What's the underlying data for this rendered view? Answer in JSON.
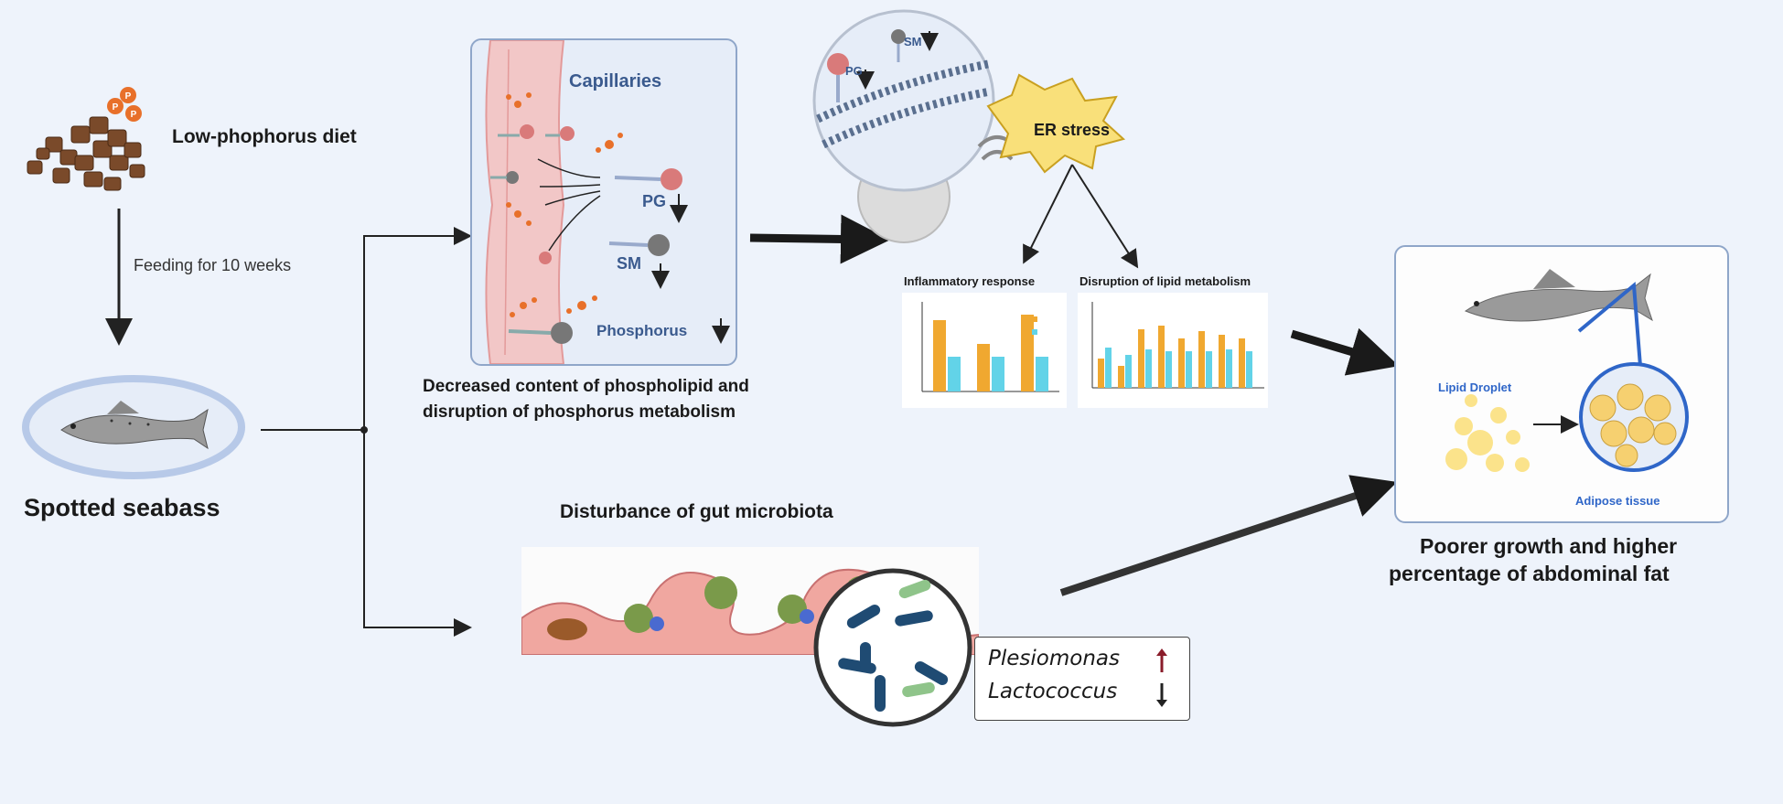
{
  "diet": {
    "label": "Low-phophorus diet",
    "phosphate_letter": "P"
  },
  "feeding": {
    "label": "Feeding for 10 weeks"
  },
  "fish": {
    "label": "Spotted seabass"
  },
  "capillaries": {
    "title": "Capillaries",
    "pg": "PG",
    "sm": "SM",
    "phosphorus": "Phosphorus",
    "caption_line1": "Decreased content of phospholipid and",
    "caption_line2": "disruption of phosphorus metabolism"
  },
  "er": {
    "stress_label": "ER stress",
    "pg": "PG",
    "sm": "SM",
    "inflammatory_title": "Inflammatory response",
    "lipid_title": "Disruption of lipid metabolism"
  },
  "gut": {
    "title": "Disturbance of gut microbiota",
    "bacteria_up": "Plesiomonas",
    "bacteria_down": "Lactococcus"
  },
  "outcome": {
    "lipid_droplet": "Lipid Droplet",
    "adipose": "Adipose tissue",
    "caption_line1": "Poorer growth and higher",
    "caption_line2": "percentage of abdominal fat"
  },
  "colors": {
    "background": "#eef3fb",
    "accent_blue": "#3a5a8e",
    "vessel_pink": "#f2c7c7",
    "bar_orange": "#f0a830",
    "bar_cyan": "#62d3e8",
    "gut_pink": "#f0a7a0",
    "droplet_yellow": "#fbe38b"
  }
}
